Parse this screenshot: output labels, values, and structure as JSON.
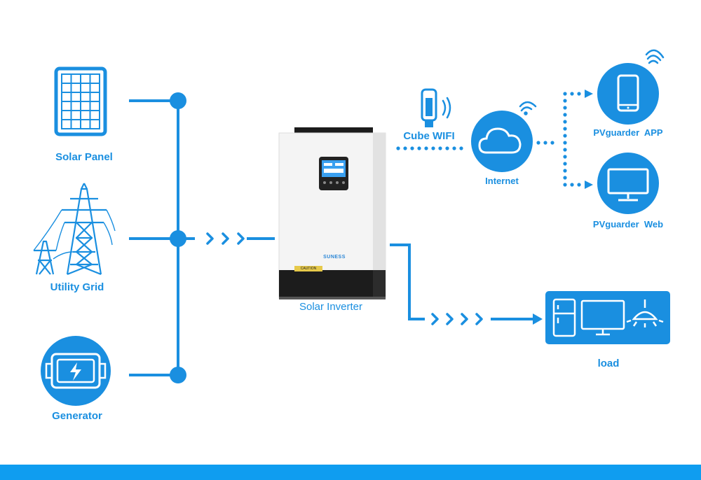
{
  "labels": {
    "solar_panel": "Solar Panel",
    "utility_grid": "Utility Grid",
    "generator": "Generator",
    "solar_inverter": "Solar Inverter",
    "cube_wifi": "Cube WIFI",
    "internet": "Internet",
    "pvguarder_app": "PVguarder  APP",
    "pvguarder_web": "PVguarder  Web",
    "load": "load"
  },
  "inverter": {
    "brand": "SUNESS",
    "caution": "CAUTION"
  },
  "colors": {
    "accent": "#1a8fe0",
    "accent_dark": "#0b7fd6",
    "bottom_bar": "#0f9df0",
    "inverter_body": "#f3f3f3",
    "inverter_base": "#1c1c1c"
  },
  "icons": [
    "solar-panel-icon",
    "utility-tower-icon",
    "generator-icon",
    "wifi-dongle-icon",
    "cloud-icon",
    "phone-icon",
    "monitor-icon",
    "fridge-icon",
    "tv-icon",
    "lamp-icon"
  ]
}
